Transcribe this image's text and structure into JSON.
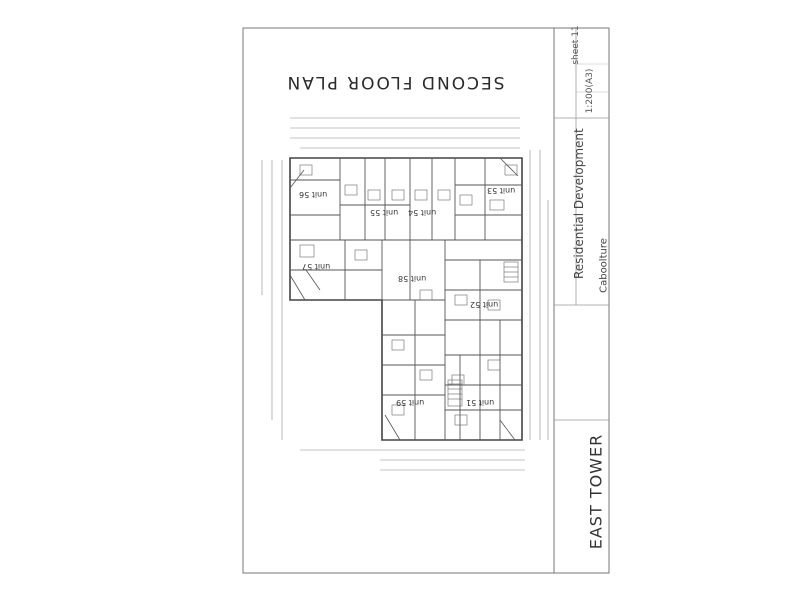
{
  "drawing": {
    "title": "SECOND FLOOR PLAN",
    "project": "Residential Development",
    "location": "Caboolture",
    "tower": "EAST TOWER",
    "sheet": "sheet 11",
    "scale": "1:200(A3)"
  },
  "units": [
    "unit 55",
    "unit 54",
    "unit 53",
    "unit 56",
    "unit 57",
    "unit 58",
    "unit 52",
    "unit 59",
    "unit 51"
  ]
}
